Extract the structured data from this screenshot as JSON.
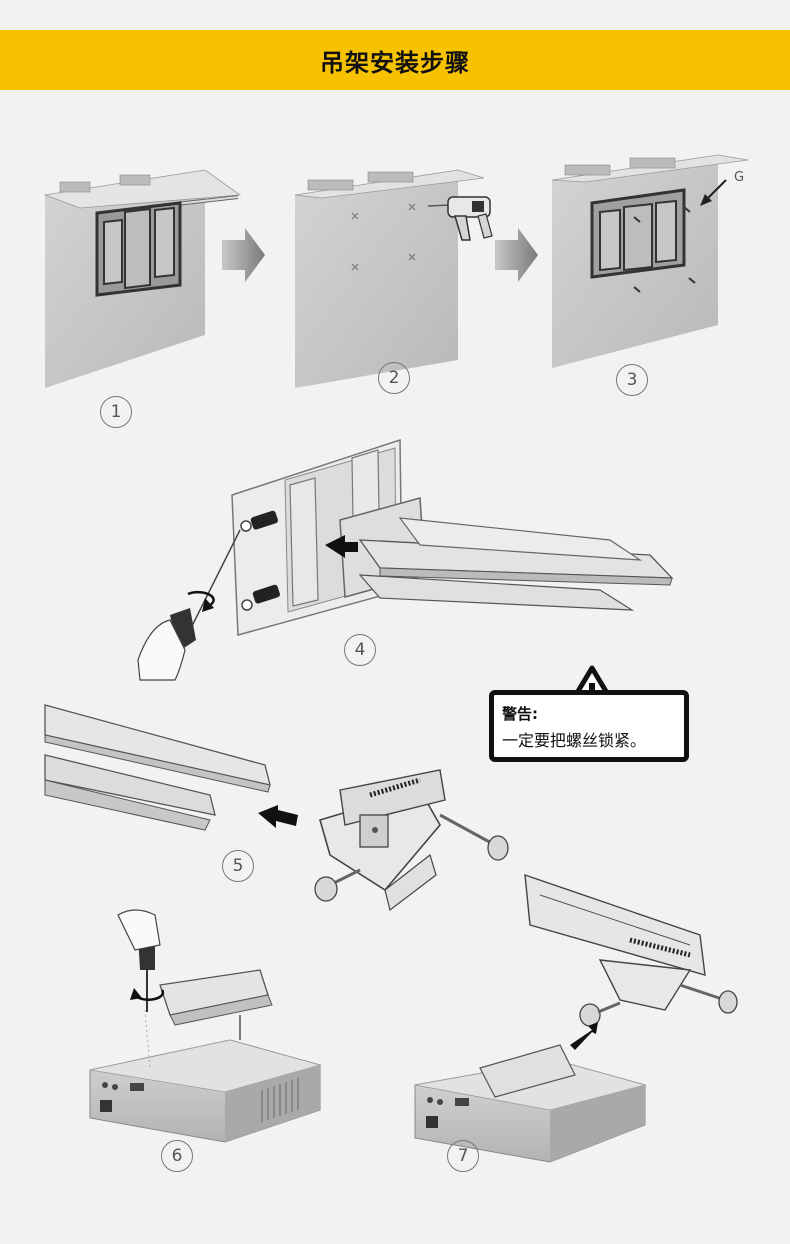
{
  "header": {
    "title": "吊架安装步骤"
  },
  "steps": [
    "1",
    "2",
    "3",
    "4",
    "5",
    "6",
    "7"
  ],
  "label_g": "G",
  "warning": {
    "title": "警告:",
    "text": "一定要把螺丝锁紧。"
  },
  "colors": {
    "banner": "#f7c200",
    "background": "#f2f2f2",
    "panel": "#c7c7c7",
    "line": "#222222"
  }
}
